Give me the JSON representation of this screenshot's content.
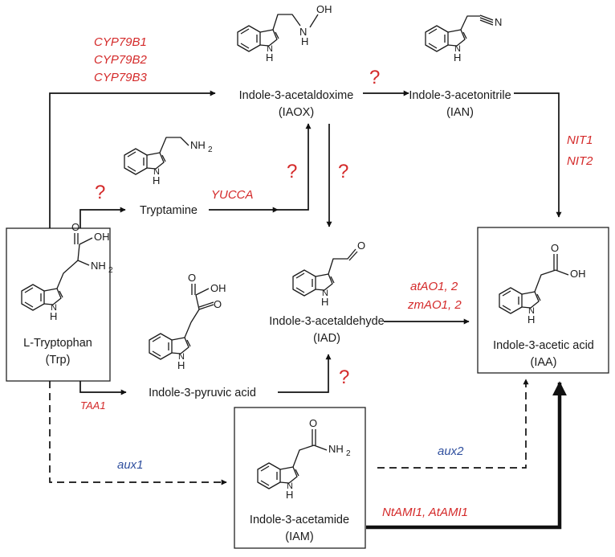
{
  "compounds": {
    "trp": {
      "name": "L-Tryptophan",
      "abbr": "(Trp)"
    },
    "iaox": {
      "name": "Indole-3-acetaldoxime",
      "abbr": "(IAOX)"
    },
    "ian": {
      "name": "Indole-3-acetonitrile",
      "abbr": "(IAN)"
    },
    "tam": {
      "name": "Tryptamine"
    },
    "ipa": {
      "name": "Indole-3-pyruvic acid"
    },
    "iad": {
      "name": "Indole-3-acetaldehyde",
      "abbr": "(IAD)"
    },
    "iam": {
      "name": "Indole-3-acetamide",
      "abbr": "(IAM)"
    },
    "iaa": {
      "name": "Indole-3-acetic acid",
      "abbr": "(IAA)"
    }
  },
  "enzymes": {
    "cyp1": "CYP79B1",
    "cyp2": "CYP79B2",
    "cyp3": "CYP79B3",
    "nit1": "NIT1",
    "nit2": "NIT2",
    "yucca": "YUCCA",
    "taa1": "TAA1",
    "atao": "atAO1, 2",
    "zmao": "zmAO1, 2",
    "ntami": "NtAMI1, AtAMI1"
  },
  "mutants": {
    "aux1": "aux1",
    "aux2": "aux2"
  },
  "unknown_step": "?",
  "atoms": {
    "H": "H",
    "N": "N",
    "OH": "OH",
    "O": "O",
    "NH2": "NH",
    "sub2": "2"
  },
  "colors": {
    "enzyme": "#d42a2a",
    "mutant": "#2f4f9e",
    "text": "#1a1a1a"
  }
}
